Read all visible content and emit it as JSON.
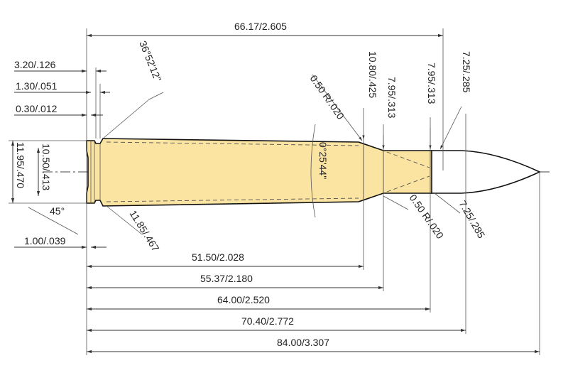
{
  "title": "",
  "dimensions": {
    "oal": "66.17/2.605",
    "rim_thickness": "3.20/.126",
    "groove_width": "1.30/.051",
    "groove_offset": "0.30/.012",
    "shoulder_angle": "36°52'12\"",
    "shoulder_radius_top": "0.50 R/.020",
    "neck_start_dia": "10.80/.425",
    "neck_dia": "7.95/.313",
    "neck_dia_outer": "7.95/.313",
    "bullet_dia": "7.25/.285",
    "rim_dia": "11.95/.470",
    "base_dia": "10.50/.413",
    "chamfer_angle": "45°",
    "chamfer_len": "1.00/.039",
    "groove_dia": "11.85/.467",
    "taper_angle": "0°25'44\"",
    "neck_radius_bottom": "0.50 R/.020",
    "bullet_dia_bottom": "7.25/.285",
    "len_shoulder": "51.50/2.028",
    "len_neck_start": "55.37/2.180",
    "len_case": "64.00/2.520",
    "len_ogive": "70.40/2.772",
    "len_total": "84.00/3.307"
  }
}
